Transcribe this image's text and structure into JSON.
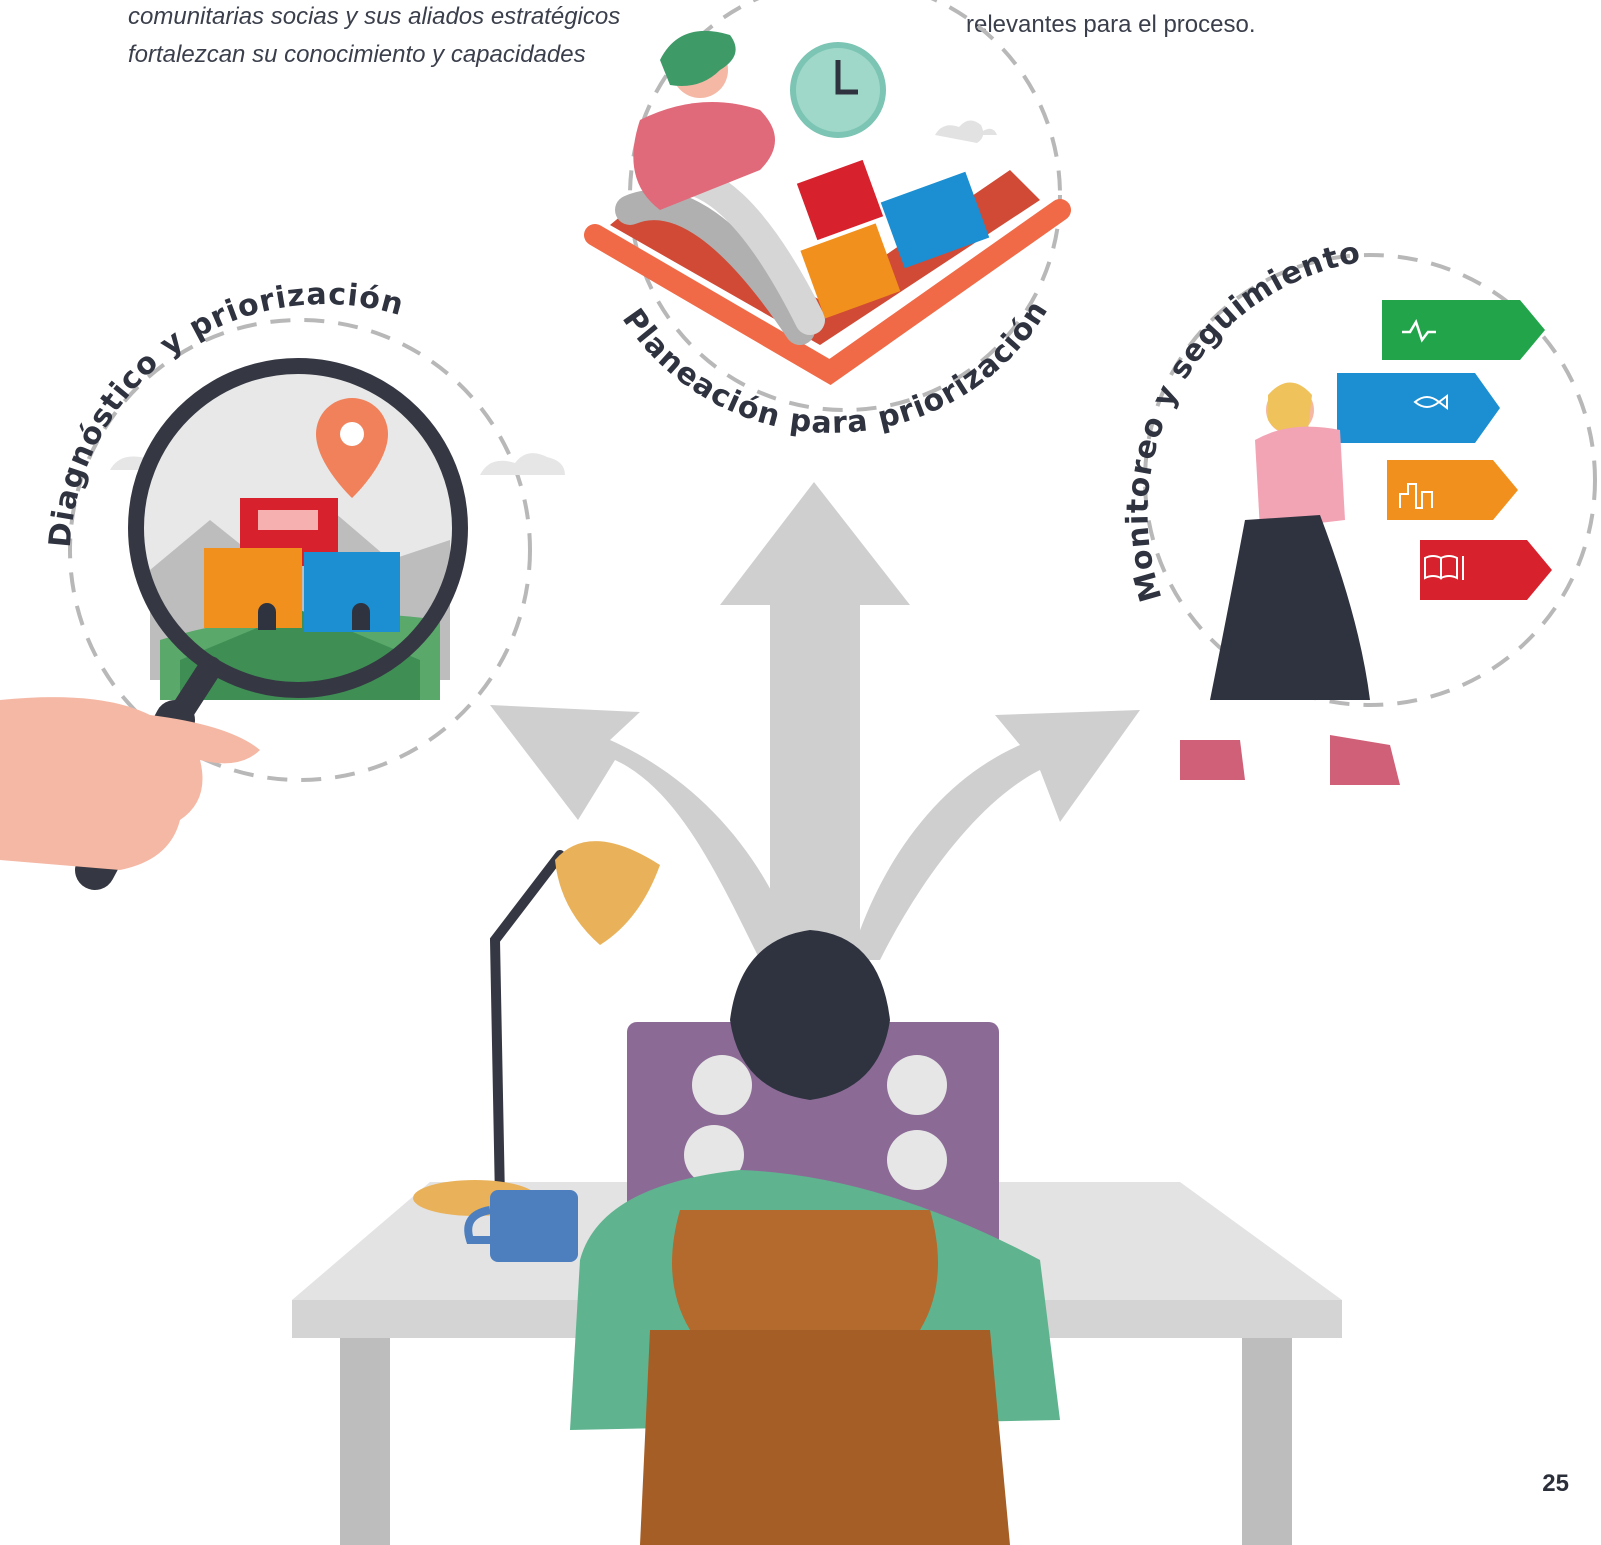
{
  "intro": {
    "left_line1": "comunitarias socias y sus aliados estratégicos",
    "left_line2": "fortalezcan su conocimiento y capacidades",
    "right_line1": "relevantes para el proceso."
  },
  "stages": {
    "diagnostico": "Diagnóstico y priorización",
    "planeacion": "Planeación para priorización",
    "monitoreo": "Monitoreo y seguimiento"
  },
  "icons": {
    "green_tag": "heartbeat-icon",
    "blue_tag": "fish-water-icon",
    "orange_tag": "city-icon",
    "red_tag": "book-icon"
  },
  "colors": {
    "green": "#22a44b",
    "blue": "#1b8fd2",
    "orange": "#f2901d",
    "red": "#d7222d",
    "arrow_gray": "#cfcfcf"
  },
  "page_number": "25"
}
